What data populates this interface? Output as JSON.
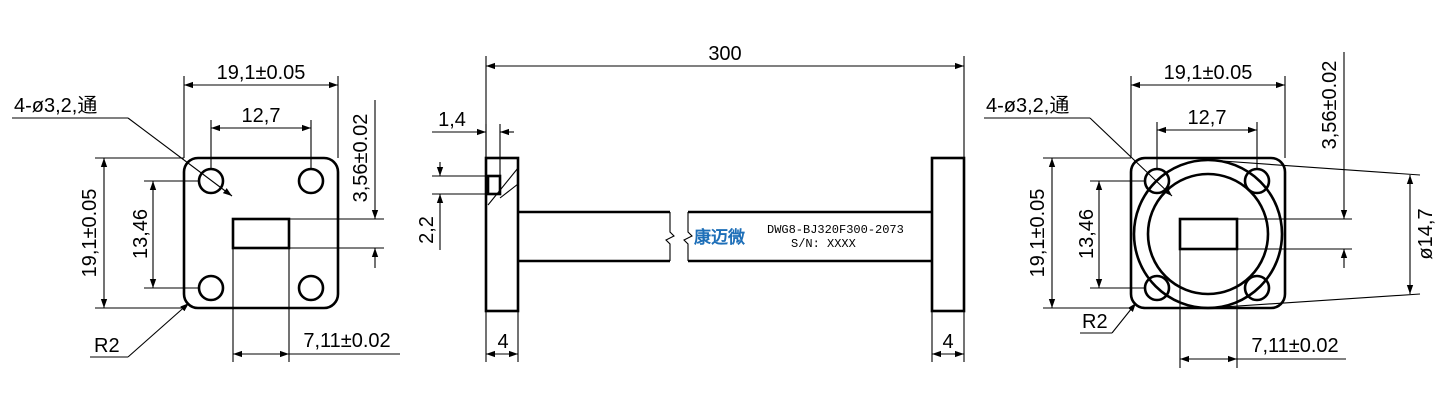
{
  "left_view": {
    "width_dim": "19,1±0.05",
    "hole_spacing_dim": "12,7",
    "hole_note": "4-ø3,2,通",
    "height_dim": "19,1±0.05",
    "hole_vspacing_dim": "13,46",
    "slot_height_dim": "3,56±0.02",
    "slot_width_dim": "7,11±0.02",
    "radius_note": "R2"
  },
  "side_view": {
    "length_dim": "300",
    "wall_dim": "1,4",
    "gap_dim": "2,2",
    "flange_left_dim": "4",
    "flange_right_dim": "4",
    "brand_text": "康迈微",
    "model_text": "DWG8-BJ320F300-2073",
    "serial_text": "S/N: XXXX"
  },
  "right_view": {
    "width_dim": "19,1±0.05",
    "hole_spacing_dim": "12,7",
    "hole_note": "4-ø3,2,通",
    "height_dim": "19,1±0.05",
    "hole_vspacing_dim": "13,46",
    "slot_height_dim": "3,56±0.02",
    "diameter_dim": "ø14,7",
    "slot_width_dim": "7,11±0.02",
    "radius_note": "R2"
  },
  "colors": {
    "line": "#000000",
    "brand": "#1e6fb8"
  }
}
